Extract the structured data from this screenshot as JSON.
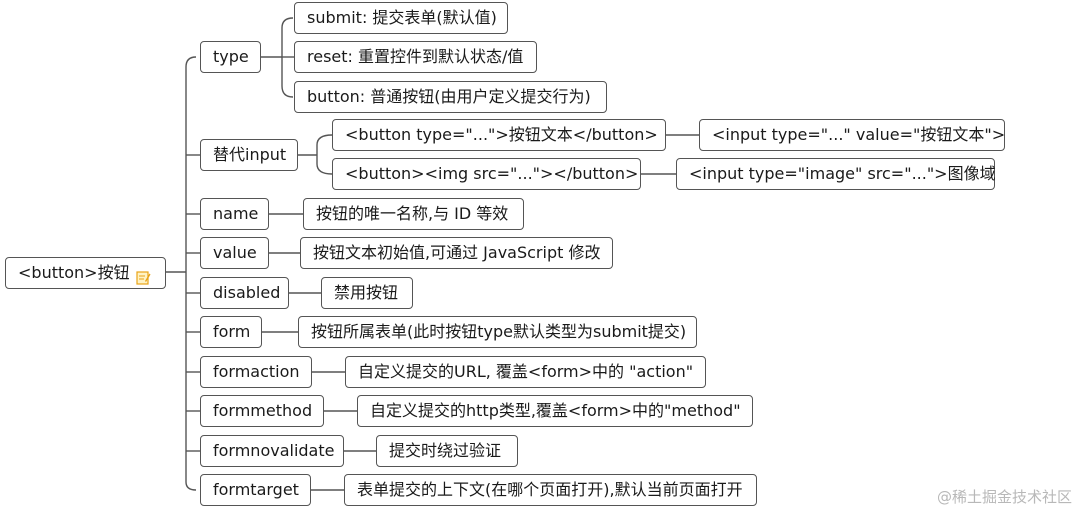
{
  "root": {
    "label": "<button>按钮",
    "icon": "note-edit-icon"
  },
  "branches": [
    {
      "label": "type",
      "children": [
        {
          "label": "submit: 提交表单(默认值)"
        },
        {
          "label": "reset: 重置控件到默认状态/值"
        },
        {
          "label": "button: 普通按钮(由用户定义提交行为)"
        }
      ]
    },
    {
      "label": "替代input",
      "children": [
        {
          "label": "<button type=\"...\">按钮文本</button>",
          "children": [
            {
              "label": "<input type=\"...\" value=\"按钮文本\">"
            }
          ]
        },
        {
          "label": "<button><img src=\"...\"></button>",
          "children": [
            {
              "label": "<input type=\"image\" src=\"...\">图像域"
            }
          ]
        }
      ]
    },
    {
      "label": "name",
      "children": [
        {
          "label": "按钮的唯一名称,与 ID 等效"
        }
      ]
    },
    {
      "label": "value",
      "children": [
        {
          "label": "按钮文本初始值,可通过 JavaScript 修改"
        }
      ]
    },
    {
      "label": "disabled",
      "children": [
        {
          "label": "禁用按钮"
        }
      ]
    },
    {
      "label": "form",
      "children": [
        {
          "label": "按钮所属表单(此时按钮type默认类型为submit提交)"
        }
      ]
    },
    {
      "label": "formaction",
      "children": [
        {
          "label": "自定义提交的URL, 覆盖<form>中的 \"action\""
        }
      ]
    },
    {
      "label": "formmethod",
      "children": [
        {
          "label": "自定义提交的http类型,覆盖<form>中的\"method\""
        }
      ]
    },
    {
      "label": "formnovalidate",
      "children": [
        {
          "label": "提交时绕过验证"
        }
      ]
    },
    {
      "label": "formtarget",
      "children": [
        {
          "label": "表单提交的上下文(在哪个页面打开),默认当前页面打开"
        }
      ]
    }
  ],
  "watermark": "@稀土掘金技术社区"
}
